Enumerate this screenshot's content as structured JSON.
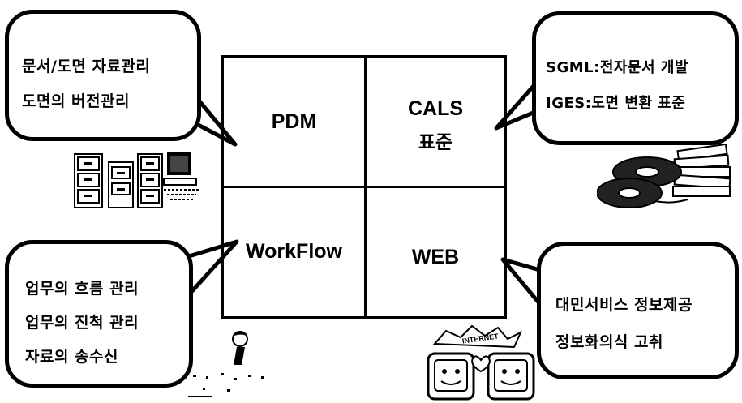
{
  "quadrants": {
    "top_left": "PDM",
    "top_right_line1": "CALS",
    "top_right_line2": "표준",
    "bottom_left": "WorkFlow",
    "bottom_right": "WEB"
  },
  "bubbles": {
    "top_left": [
      "문서/도면 자료관리",
      "도면의 버전관리"
    ],
    "top_right": [
      "SGML:전자문서 개발",
      "IGES:도면 변환 표준"
    ],
    "bottom_left": [
      "업무의 흐름 관리",
      "업무의 진척 관리",
      "자료의 송수신"
    ],
    "bottom_right": [
      "대민서비스 정보제공",
      "정보화의식 고취"
    ]
  },
  "clipart": {
    "internet_sign": "INTERNET"
  }
}
